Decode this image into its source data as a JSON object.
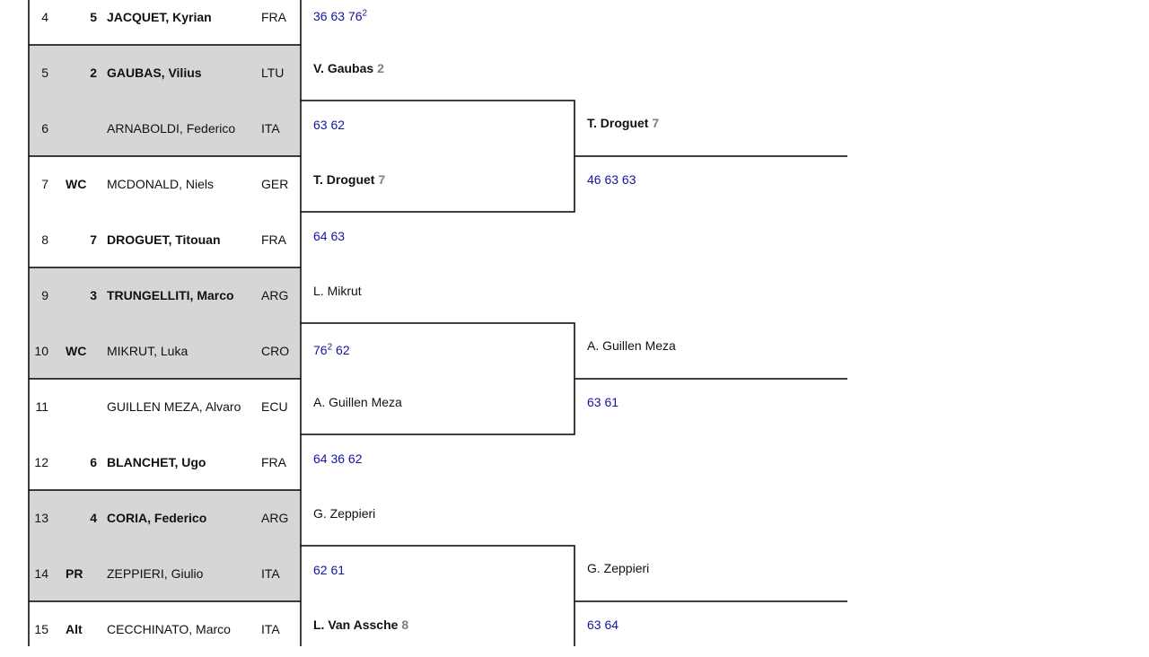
{
  "colors": {
    "shade": "#d6d6d6",
    "line": "#000000",
    "score": "#1414a0",
    "seed_muted": "#808080"
  },
  "players": [
    {
      "num": "4",
      "seed": "5",
      "name": "JACQUET, Kyrian",
      "nat": "FRA",
      "bold": true
    },
    {
      "num": "5",
      "seed": "2",
      "name": "GAUBAS, Vilius",
      "nat": "LTU",
      "bold": true
    },
    {
      "num": "6",
      "seed": "",
      "name": "ARNABOLDI, Federico",
      "nat": "ITA",
      "bold": false
    },
    {
      "num": "7",
      "seed": "WC",
      "name": "MCDONALD, Niels",
      "nat": "GER",
      "bold": false
    },
    {
      "num": "8",
      "seed": "7",
      "name": "DROGUET, Titouan",
      "nat": "FRA",
      "bold": true
    },
    {
      "num": "9",
      "seed": "3",
      "name": "TRUNGELLITI, Marco",
      "nat": "ARG",
      "bold": true
    },
    {
      "num": "10",
      "seed": "WC",
      "name": "MIKRUT, Luka",
      "nat": "CRO",
      "bold": false
    },
    {
      "num": "11",
      "seed": "",
      "name": "GUILLEN MEZA, Alvaro",
      "nat": "ECU",
      "bold": false
    },
    {
      "num": "12",
      "seed": "6",
      "name": "BLANCHET, Ugo",
      "nat": "FRA",
      "bold": true
    },
    {
      "num": "13",
      "seed": "4",
      "name": "CORIA, Federico",
      "nat": "ARG",
      "bold": true
    },
    {
      "num": "14",
      "seed": "PR",
      "name": "ZEPPIERI, Giulio",
      "nat": "ITA",
      "bold": false
    },
    {
      "num": "15",
      "seed": "Alt",
      "name": "CECCHINATO, Marco",
      "nat": "ITA",
      "bold": false
    }
  ],
  "round2": [
    {
      "score_main": "36 63 76",
      "score_sup": "2"
    },
    {
      "winner": "V. Gaubas",
      "seed": "2",
      "bold": true
    },
    {
      "score_main": "63 62"
    },
    {
      "winner": "T. Droguet",
      "seed": "7",
      "bold": true
    },
    {
      "score_main": "64 63"
    },
    {
      "winner": "L. Mikrut",
      "seed": "",
      "bold": false
    },
    {
      "score_main": "76",
      "score_sup": "2",
      "score_tail": " 62"
    },
    {
      "winner": "A. Guillen Meza",
      "seed": "",
      "bold": false
    },
    {
      "score_main": "64 36 62"
    },
    {
      "winner": "G. Zeppieri",
      "seed": "",
      "bold": false
    },
    {
      "score_main": "62 61"
    },
    {
      "winner": "L. Van Assche",
      "seed": "8",
      "bold": true
    }
  ],
  "round3": [
    {
      "winner": "T. Droguet",
      "seed": "7",
      "bold": true,
      "score": "46 63 63"
    },
    {
      "winner": "A. Guillen Meza",
      "seed": "",
      "bold": false,
      "score": "63 61"
    },
    {
      "winner": "G. Zeppieri",
      "seed": "",
      "bold": false,
      "score": "63 64"
    }
  ]
}
